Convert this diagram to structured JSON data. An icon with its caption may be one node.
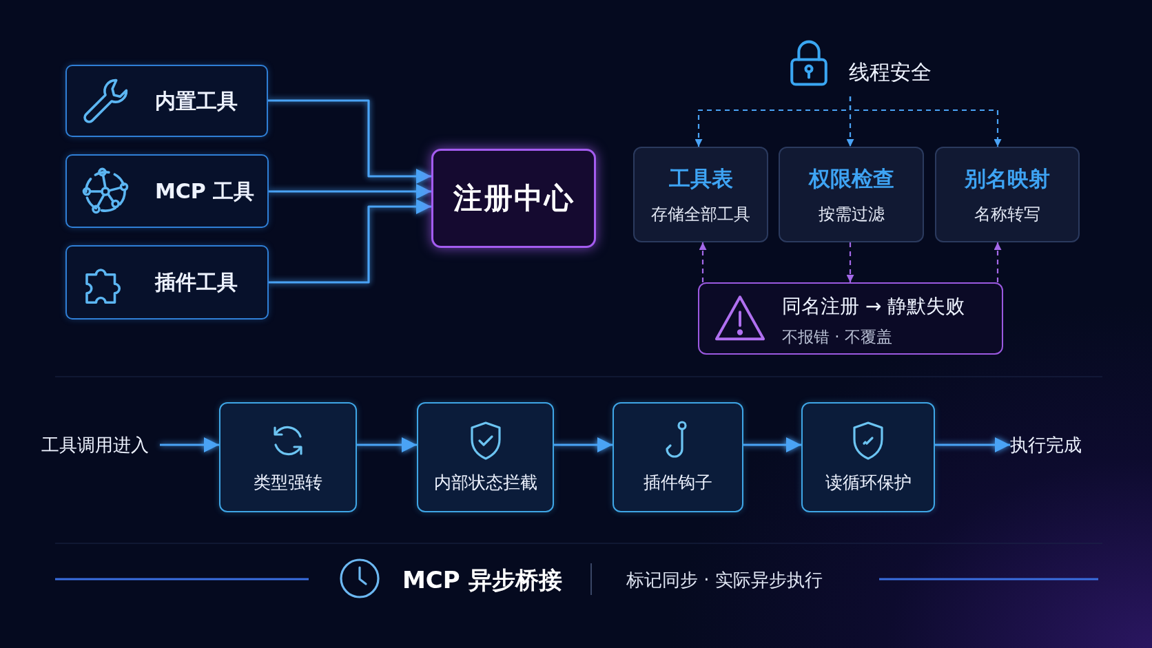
{
  "diagram": {
    "nodes": [
      {
        "text": [
          "内置工具"
        ]
      },
      {
        "text": [
          "MCP 工具"
        ]
      },
      {
        "text": [
          "插件工具"
        ]
      },
      {
        "text": [
          "注册中心"
        ]
      },
      {
        "text": [
          "线程安全"
        ]
      },
      {
        "text": [
          "工具表",
          "存储全部工具"
        ]
      },
      {
        "text": [
          "权限检查",
          "按需过滤"
        ]
      },
      {
        "text": [
          "别名映射",
          "名称转写"
        ]
      },
      {
        "text": [
          "同名注册 → 静默失败",
          "不报错 · 不覆盖"
        ]
      },
      {
        "text": [
          "工具调用进入"
        ]
      },
      {
        "text": [
          "类型强转"
        ]
      },
      {
        "text": [
          "内部状态拦截"
        ]
      },
      {
        "text": [
          "插件钩子"
        ]
      },
      {
        "text": [
          "读循环保护"
        ]
      },
      {
        "text": [
          "执行完成"
        ]
      }
    ],
    "edges": [
      {
        "from": 0,
        "to": 3,
        "arrow": "to"
      },
      {
        "from": 1,
        "to": 3,
        "arrow": "to"
      },
      {
        "from": 2,
        "to": 3,
        "arrow": "to"
      },
      {
        "from": 4,
        "to": 5,
        "arrow": "to",
        "style": "dashed"
      },
      {
        "from": 4,
        "to": 6,
        "arrow": "to",
        "style": "dashed"
      },
      {
        "from": 4,
        "to": 7,
        "arrow": "to",
        "style": "dashed"
      },
      {
        "from": 8,
        "to": 5,
        "arrow": "to",
        "style": "dashed",
        "color": "#a368e8"
      },
      {
        "from": 6,
        "to": 8,
        "arrow": "to",
        "style": "dashed",
        "color": "#a368e8"
      },
      {
        "from": 8,
        "to": 7,
        "arrow": "to",
        "style": "dashed",
        "color": "#a368e8"
      },
      {
        "from": 9,
        "to": 10,
        "arrow": "to"
      },
      {
        "from": 10,
        "to": 11,
        "arrow": "to"
      },
      {
        "from": 11,
        "to": 12,
        "arrow": "to"
      },
      {
        "from": 12,
        "to": 13,
        "arrow": "to"
      },
      {
        "from": 13,
        "to": 14,
        "arrow": "to"
      }
    ],
    "labels": [
      "MCP 异步桥接",
      "标记同步 · 实际异步执行"
    ]
  }
}
